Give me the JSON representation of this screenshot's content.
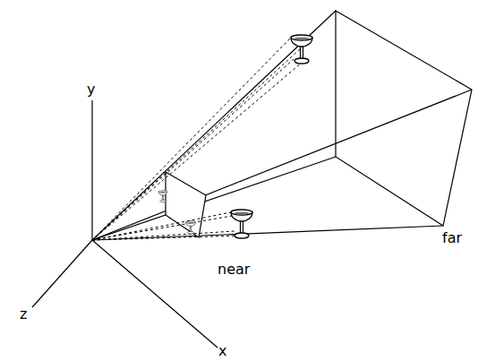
{
  "diagram": {
    "labels": [
      "y",
      "z",
      "x",
      "near",
      "far"
    ]
  }
}
